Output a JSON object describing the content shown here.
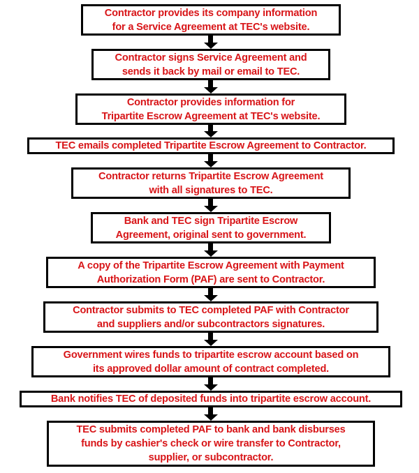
{
  "flowchart": {
    "description": "TEC tripartite escrow payment process flowchart",
    "colors": {
      "text": "#d81518",
      "box_border": "#000000",
      "box_background": "#ffffff",
      "arrow": "#000000",
      "page_background": "#ffffff"
    },
    "steps": [
      {
        "lines": [
          "Contractor provides its company information",
          "for a Service Agreement at TEC's website."
        ]
      },
      {
        "lines": [
          "Contractor signs Service Agreement and",
          "sends it back by mail or email to TEC."
        ]
      },
      {
        "lines": [
          "Contractor provides information for",
          "Tripartite Escrow Agreement at TEC's website."
        ]
      },
      {
        "lines": [
          "TEC emails completed Tripartite Escrow Agreement to Contractor."
        ]
      },
      {
        "lines": [
          "Contractor returns Tripartite Escrow Agreement",
          "with all signatures to TEC."
        ]
      },
      {
        "lines": [
          "Bank and TEC sign Tripartite Escrow",
          "Agreement, original sent to government."
        ]
      },
      {
        "lines": [
          "A copy of the Tripartite Escrow Agreement with Payment",
          "Authorization Form (PAF) are sent to Contractor."
        ]
      },
      {
        "lines": [
          "Contractor submits to TEC completed PAF with Contractor",
          "and suppliers and/or subcontractors signatures."
        ]
      },
      {
        "lines": [
          "Government wires funds to tripartite escrow account based on",
          "its approved dollar amount of contract completed."
        ]
      },
      {
        "lines": [
          "Bank notifies TEC of deposited funds into tripartite escrow account."
        ]
      },
      {
        "lines": [
          "TEC submits completed PAF to bank and bank disburses",
          "funds by cashier's check or wire transfer to Contractor,",
          "supplier, or subcontractor."
        ]
      }
    ]
  }
}
